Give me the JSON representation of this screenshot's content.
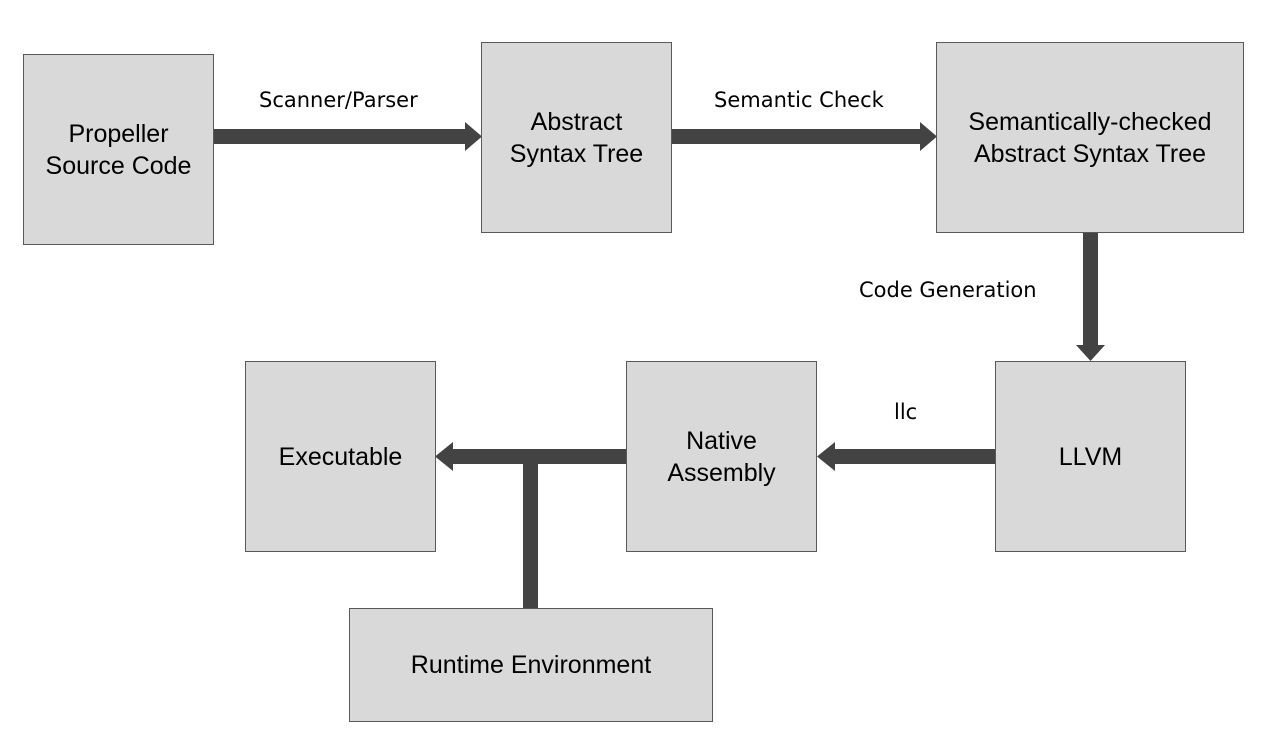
{
  "nodes": {
    "propeller_source": "Propeller\nSource Code",
    "ast": "Abstract\nSyntax Tree",
    "checked_ast": "Semantically-checked\nAbstract Syntax Tree",
    "llvm": "LLVM",
    "native_assembly": "Native\nAssembly",
    "executable": "Executable",
    "runtime_environment": "Runtime Environment"
  },
  "edges": {
    "scanner_parser": "Scanner/Parser",
    "semantic_check": "Semantic Check",
    "code_generation": "Code Generation",
    "llc": "llc"
  },
  "colors": {
    "box_fill": "#d9d9d9",
    "box_border": "#595959",
    "arrow": "#434343"
  }
}
